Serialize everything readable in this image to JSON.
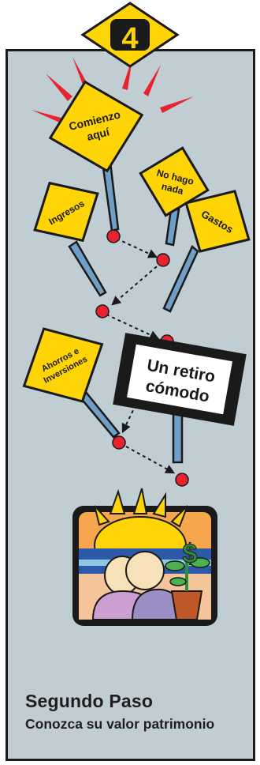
{
  "step_number": "4",
  "signs": {
    "start": {
      "line1": "Comienzo",
      "line2": "aquí"
    },
    "do_nothing": {
      "line1": "No hago",
      "line2": "nada"
    },
    "income": "Ingresos",
    "expenses": "Gastos",
    "savings": {
      "line1": "Ahorros e",
      "line2": "Inversiones"
    },
    "retirement": {
      "line1": "Un retiro",
      "line2": "cómodo"
    }
  },
  "footer": {
    "title": "Segundo Paso",
    "subtitle": "Conozca su valor patrimonio"
  },
  "colors": {
    "sign_yellow": "#fed406",
    "panel": "#c0cdd3",
    "dot_red": "#e8222e",
    "post_blue": "#6f9ec6",
    "outline": "#1a1a1a"
  }
}
